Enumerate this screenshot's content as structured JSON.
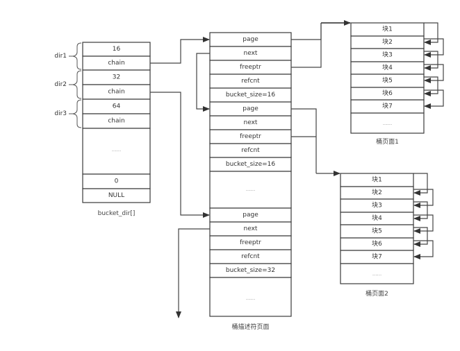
{
  "bucket_dir": {
    "caption": "bucket_dir[]",
    "cells": [
      "16",
      "chain",
      "32",
      "chain",
      "64",
      "chain",
      "......",
      "0",
      "NULL"
    ],
    "groups": [
      {
        "label": "dir1",
        "cells": [
          0,
          1
        ]
      },
      {
        "label": "dir2",
        "cells": [
          2,
          3
        ]
      },
      {
        "label": "dir3",
        "cells": [
          4,
          5
        ]
      }
    ]
  },
  "descriptor_page": {
    "caption": "桶描述符页面",
    "cells": [
      "page",
      "next",
      "freeptr",
      "refcnt",
      "bucket_size=16",
      "page",
      "next",
      "freeptr",
      "refcnt",
      "bucket_size=16",
      "......",
      "page",
      "next",
      "freeptr",
      "refcnt",
      "bucket_size=32",
      "......"
    ]
  },
  "bucket_page_1": {
    "caption": "桶页面1",
    "cells": [
      "块1",
      "块2",
      "块3",
      "块4",
      "块5",
      "块6",
      "块7",
      "......"
    ]
  },
  "bucket_page_2": {
    "caption": "桶页面2",
    "cells": [
      "块1",
      "块2",
      "块3",
      "块4",
      "块5",
      "块6",
      "块7",
      "......"
    ]
  },
  "links": [
    {
      "from": "bucket_dir.chain (dir1)",
      "to": "descriptor_page.page #1"
    },
    {
      "from": "bucket_dir.chain (dir2)",
      "to": "descriptor_page.page #3"
    },
    {
      "from": "descriptor_page.next #1",
      "to": "descriptor_page.page #2"
    },
    {
      "from": "descriptor_page.page #1",
      "to": "bucket_page_1.块1"
    },
    {
      "from": "descriptor_page.freeptr #1",
      "to": "bucket_page_1.块1"
    },
    {
      "from": "descriptor_page.page #2",
      "to": "bucket_page_2.块1"
    },
    {
      "from": "descriptor_page.freeptr #2",
      "to": "bucket_page_2.块1"
    },
    {
      "from": "descriptor_page.next #3",
      "to": "downward"
    },
    {
      "from": "块n",
      "to": "块n+1",
      "in": "bucket_page_1"
    },
    {
      "from": "块n",
      "to": "块n+1",
      "in": "bucket_page_2"
    }
  ]
}
